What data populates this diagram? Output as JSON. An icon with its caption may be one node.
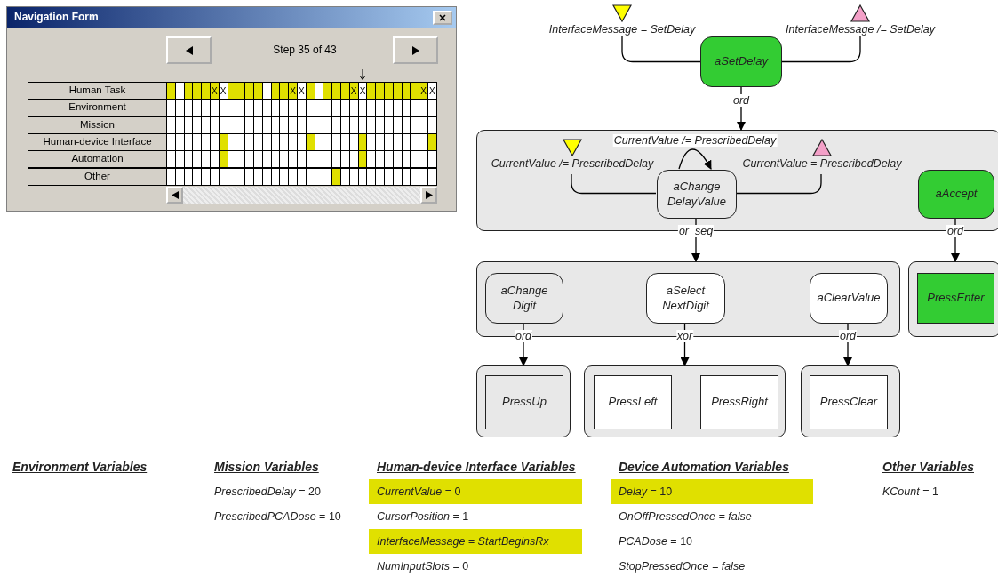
{
  "diagram": {
    "nodes": [
      {
        "text": [],
        "shape": "triangle",
        "beside": [
          "InterfaceMessage = SetDelay"
        ]
      },
      {
        "text": [
          "aSetDelay"
        ]
      },
      {
        "text": [],
        "shape": "triangle",
        "beside": [
          "InterfaceMessage /= SetDelay"
        ]
      },
      {
        "text": [],
        "shape": "box"
      },
      {
        "text": [],
        "shape": "triangle",
        "beside": [
          "CurrentValue /= PrescribedDelay"
        ],
        "in": 3
      },
      {
        "text": [
          "aChange DelayValue"
        ],
        "in": 3
      },
      {
        "text": [],
        "shape": "triangle",
        "beside": [
          "CurrentValue = PrescribedDelay"
        ],
        "in": 3
      },
      {
        "text": [
          "aAccept"
        ],
        "in": 3
      },
      {
        "text": [],
        "shape": "box"
      },
      {
        "text": [
          "aChange Digit"
        ],
        "in": 8
      },
      {
        "text": [
          "aSelect NextDigit"
        ],
        "in": 8
      },
      {
        "text": [
          "aClearValue"
        ],
        "in": 8
      },
      {
        "text": [],
        "shape": "box"
      },
      {
        "text": [
          "PressEnter"
        ],
        "in": 12
      },
      {
        "text": [],
        "shape": "box"
      },
      {
        "text": [
          "PressUp"
        ],
        "in": 14
      },
      {
        "text": [],
        "shape": "box"
      },
      {
        "text": [
          "PressLeft"
        ],
        "in": 16
      },
      {
        "text": [
          "PressRight"
        ],
        "in": 16
      },
      {
        "text": [],
        "shape": "box"
      },
      {
        "text": [
          "PressClear"
        ],
        "in": 19
      }
    ],
    "edges": [
      {
        "from": 0,
        "to": 1,
        "arrow": "none"
      },
      {
        "from": 1,
        "to": 2,
        "arrow": "none"
      },
      {
        "from": 1,
        "to": 3,
        "arrow": "to",
        "label": "ord"
      },
      {
        "from": 4,
        "to": 5,
        "arrow": "none"
      },
      {
        "from": 5,
        "to": 6,
        "arrow": "none"
      },
      {
        "from": 5,
        "to": 5,
        "arrow": "to",
        "label": "CurrentValue /= PrescribedDelay"
      },
      {
        "from": 5,
        "to": 8,
        "arrow": "to",
        "label": "or_seq"
      },
      {
        "from": 7,
        "to": 12,
        "arrow": "to",
        "label": "ord"
      },
      {
        "from": 9,
        "to": 14,
        "arrow": "to",
        "label": "ord"
      },
      {
        "from": 10,
        "to": 16,
        "arrow": "to",
        "label": "xor"
      },
      {
        "from": 11,
        "to": 19,
        "arrow": "to",
        "label": "ord"
      }
    ],
    "labels": [
      "Navigation Form",
      "Step 35 of 43",
      "Human Task",
      "X",
      "X",
      "X",
      "X",
      "X",
      "X",
      "X",
      "X",
      "Environment",
      "Mission",
      "Human-device Interface",
      "Automation",
      "Other",
      "Environment Variables",
      "Mission Variables",
      "*PrescribedDelay* = 20",
      "*PrescribedPCADose* = 10",
      "Human-device Interface Variables",
      "*CurrentValue* = 0",
      "*CursorPosition* = 1",
      "InterfaceMessage = StartBeginsRx",
      "*NumInputSlots* = 0",
      "Device Automation Variables",
      "*Delay* = 10",
      "OnOffPressedOnce = false",
      "*PCADose* = 10",
      "StopPressedOnce = false",
      "Other Variables",
      "*KCount* = 1"
    ]
  }
}
